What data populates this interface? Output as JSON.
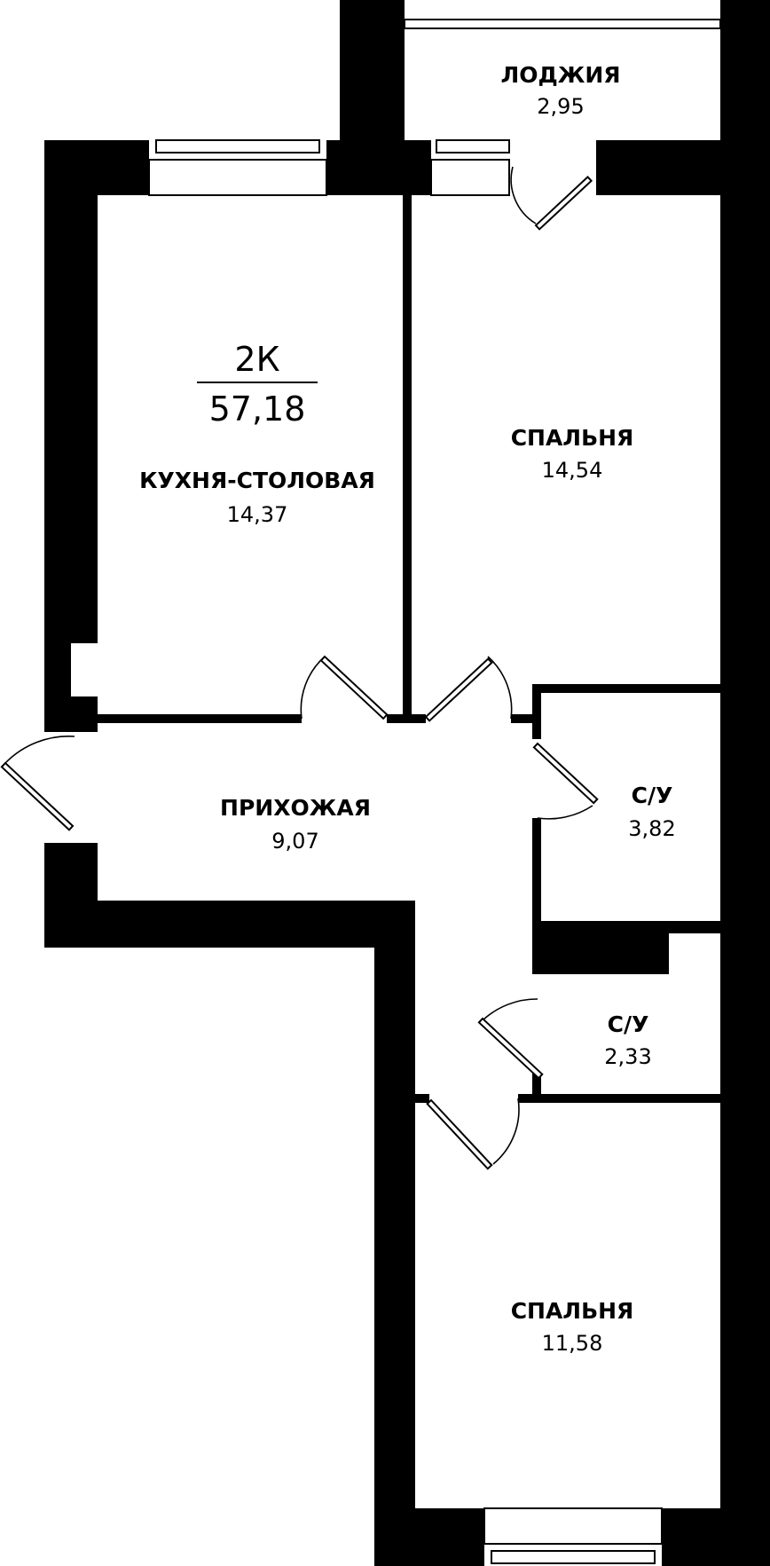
{
  "apartment": {
    "type": "2К",
    "total_area": "57,18"
  },
  "rooms": {
    "loggia": {
      "name": "ЛОДЖИЯ",
      "area": "2,95"
    },
    "bedroom1": {
      "name": "СПАЛЬНЯ",
      "area": "14,54"
    },
    "kitchen": {
      "name": "КУХНЯ-СТОЛОВАЯ",
      "area": "14,37"
    },
    "hallway": {
      "name": "ПРИХОЖАЯ",
      "area": "9,07"
    },
    "bath1": {
      "name": "С/У",
      "area": "3,82"
    },
    "bath2": {
      "name": "С/У",
      "area": "2,33"
    },
    "bedroom2": {
      "name": "СПАЛЬНЯ",
      "area": "11,58"
    }
  },
  "colors": {
    "wall": "#000000",
    "background": "#ffffff"
  }
}
